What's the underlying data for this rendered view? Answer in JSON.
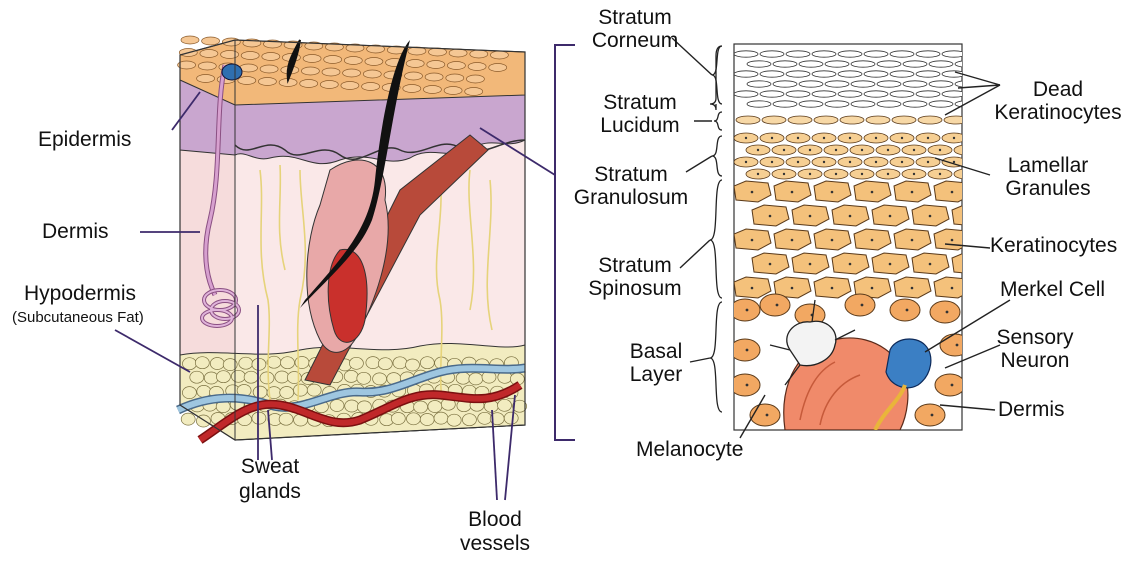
{
  "left_diagram": {
    "labels": {
      "epidermis": "Epidermis",
      "dermis": "Dermis",
      "hypodermis": "Hypodermis",
      "hypodermis_sub": "(Subcutaneous Fat)",
      "sweat_glands_1": "Sweat",
      "sweat_glands_2": "glands",
      "blood_vessels_1": "Blood",
      "blood_vessels_2": "vessels"
    }
  },
  "right_diagram": {
    "labels": {
      "stratum_corneum_1": "Stratum",
      "stratum_corneum_2": "Corneum",
      "stratum_lucidum_1": "Stratum",
      "stratum_lucidum_2": "Lucidum",
      "stratum_granulosum_1": "Stratum",
      "stratum_granulosum_2": "Granulosum",
      "stratum_spinosum_1": "Stratum",
      "stratum_spinosum_2": "Spinosum",
      "basal_layer_1": "Basal",
      "basal_layer_2": "Layer",
      "melanocyte": "Melanocyte",
      "dead_keratinocytes_1": "Dead",
      "dead_keratinocytes_2": "Keratinocytes",
      "lamellar_granules_1": "Lamellar",
      "lamellar_granules_2": "Granules",
      "keratinocytes": "Keratinocytes",
      "merkel_cell": "Merkel Cell",
      "sensory_neuron_1": "Sensory",
      "sensory_neuron_2": "Neuron",
      "dermis": "Dermis"
    }
  },
  "colors": {
    "epidermis_top": "#f2b879",
    "epidermis_band": "#c9a6cf",
    "dermis": "#fae6e6",
    "fat": "#f2ecc0",
    "cell_fill": "#f4c17b",
    "cell_stroke": "#5a3a1a",
    "hair": "#111111",
    "muscle": "#b84a3a",
    "artery": "#c0282a",
    "vein": "#9ec6e0",
    "merkel": "#3b7fc4",
    "bracket": "#3d2a6b"
  }
}
